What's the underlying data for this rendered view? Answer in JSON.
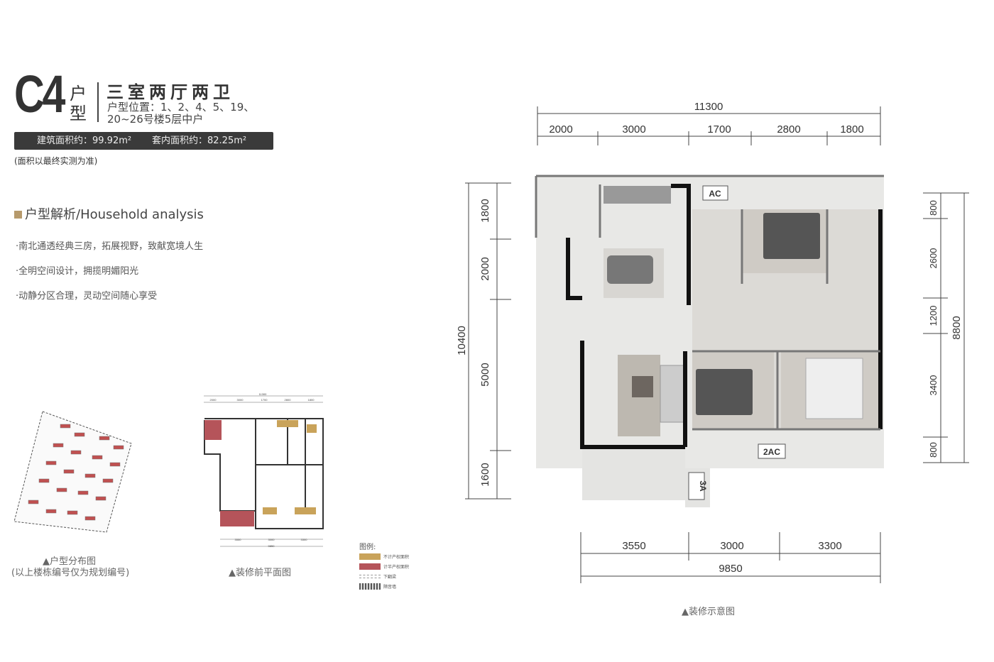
{
  "header": {
    "unit_code": "C4",
    "unit_suffix": "户型",
    "layout": "三室两厅两卫",
    "location": "户型位置：1、2、4、5、19、20~26号楼5层中户",
    "building_area": "建筑面积约：99.92m²",
    "inner_area": "套内面积约：82.25m²",
    "note": "(面积以最终实测为准)"
  },
  "analysis": {
    "heading": "户型解析/Household analysis",
    "points": [
      "·南北通透经典三房，拓展视野，致献宽境人生",
      "·全明空间设计，拥揽明媚阳光",
      "·动静分区合理，灵动空间随心享受"
    ]
  },
  "site_map": {
    "caption": "▲户型分布图",
    "sub_caption": "(以上楼栋编号仅为规划编号)"
  },
  "pre_plan": {
    "caption": "▲装修前平面图",
    "top_dims": [
      "11300",
      "2000",
      "3000",
      "1700",
      "2800",
      "1800"
    ],
    "bottom_dims": [
      "3550",
      "3000",
      "3300",
      "9850"
    ]
  },
  "legend": {
    "title": "图例:",
    "items": [
      {
        "label": "不计产权面积",
        "color": "#c9a35a"
      },
      {
        "label": "计半产权面积",
        "color": "#b5545a"
      },
      {
        "label": "下翻梁",
        "color": "#999999"
      },
      {
        "label": "隔音墙",
        "color": "#555555"
      }
    ]
  },
  "main_plan": {
    "caption": "▲装修示意图",
    "top_total": "11300",
    "top_dims": [
      "2000",
      "3000",
      "1700",
      "2800",
      "1800"
    ],
    "left_total": "10400",
    "left_dims": [
      "1800",
      "2000",
      "5000",
      "1600"
    ],
    "right_total": "8800",
    "right_dims": [
      "800",
      "2600",
      "1200",
      "3400",
      "800"
    ],
    "bottom_total": "9850",
    "bottom_dims": [
      "3550",
      "3000",
      "3300"
    ],
    "ac_labels": [
      "AC",
      "2AC",
      "3A"
    ]
  }
}
